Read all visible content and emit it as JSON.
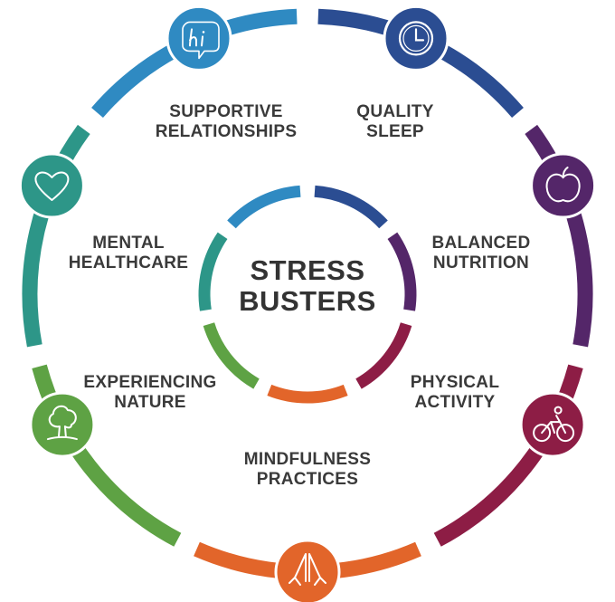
{
  "center": {
    "line1": "STRESS",
    "line2": "BUSTERS"
  },
  "segments": [
    {
      "id": "quality-sleep",
      "line1": "QUALITY",
      "line2": "SLEEP",
      "color": "#2b4d92",
      "icon": "clock-icon"
    },
    {
      "id": "balanced-nutrition",
      "line1": "BALANCED",
      "line2": "NUTRITION",
      "color": "#542669",
      "icon": "apple-icon"
    },
    {
      "id": "physical-activity",
      "line1": "PHYSICAL",
      "line2": "ACTIVITY",
      "color": "#8d1d45",
      "icon": "cyclist-icon"
    },
    {
      "id": "mindfulness-practices",
      "line1": "MINDFULNESS",
      "line2": "PRACTICES",
      "color": "#e2652a",
      "icon": "praying-hands-icon"
    },
    {
      "id": "experiencing-nature",
      "line1": "EXPERIENCING",
      "line2": "NATURE",
      "color": "#5ea244",
      "icon": "tree-icon"
    },
    {
      "id": "mental-healthcare",
      "line1": "MENTAL",
      "line2": "HEALTHCARE",
      "color": "#2d9688",
      "icon": "heart-icon"
    },
    {
      "id": "supportive-relationships",
      "line1": "SUPPORTIVE",
      "line2": "RELATIONSHIPS",
      "color": "#2f8ac2",
      "icon": "hi-speech-bubble-icon"
    }
  ],
  "icon_color": "#ffffff"
}
